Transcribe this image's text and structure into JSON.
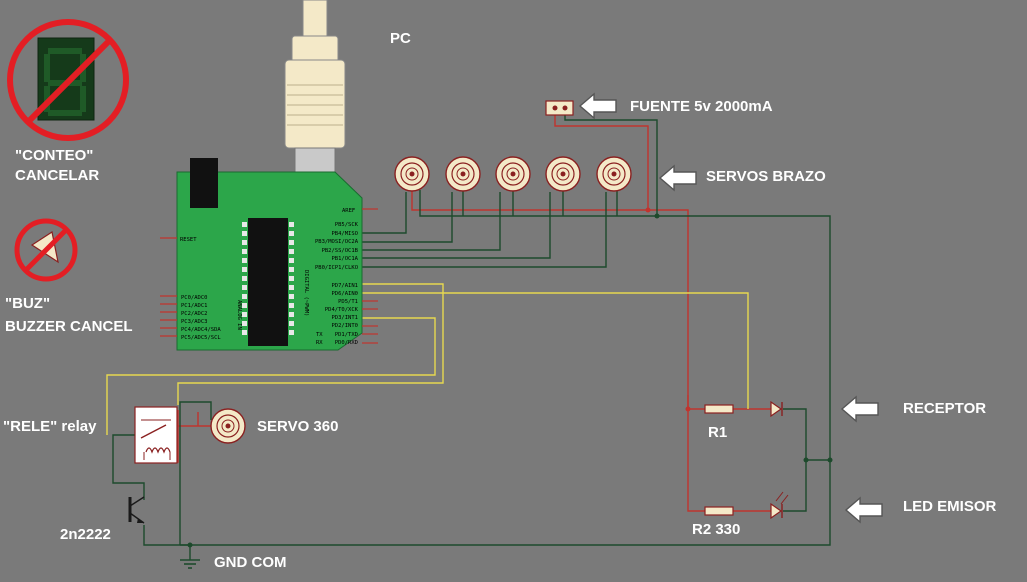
{
  "labels": {
    "pc": "PC",
    "fuente": "FUENTE 5v 2000mA",
    "servos_brazo": "SERVOS BRAZO",
    "receptor": "RECEPTOR",
    "led_emisor": "LED EMISOR",
    "conteo_1": "\"CONTEO\"",
    "conteo_2": "CANCELAR",
    "buz_1": "\"BUZ\"",
    "buz_2": "BUZZER CANCEL",
    "rele": "\"RELE\" relay",
    "servo360": "SERVO 360",
    "transistor": "2n2222",
    "gnd": "GND COM",
    "r1": "R1",
    "r2": "R2 330"
  },
  "arduino": {
    "reset": "RESET",
    "aref": "AREF",
    "digital_label": "DIGITAL (~PWM)",
    "analog_label": "ANALOG IN",
    "tx": "TX",
    "rx": "RX",
    "digital_pins": [
      "PB5/SCK",
      "PB4/MISO",
      "PB3/MOSI/OC2A",
      "PB2/SS/OC1B",
      "PB1/OC1A",
      "PB0/ICP1/CLKO",
      "PD7/AIN1",
      "PD6/AIN0",
      "PD5/T1",
      "PD4/T0/XCK",
      "PD3/INT1",
      "PD2/INT0",
      "PD1/TXD",
      "PD0/RXD"
    ],
    "analog_pins": [
      "PC0/ADC0",
      "PC1/ADC1",
      "PC2/ADC2",
      "PC3/ADC3",
      "PC4/ADC4/SDA",
      "PC5/ADC5/SCL"
    ]
  },
  "colors": {
    "background": "#7a7a7a",
    "board": "#2ca64a",
    "wire_green": "#1d4a2c",
    "wire_red": "#c0342e",
    "wire_yellow": "#e6d850",
    "component_outline": "#8a2020",
    "component_fill": "#f4e9c8",
    "cancel_red": "#e31e24",
    "label": "#ffffff"
  },
  "icons": [
    "usb-cable-icon",
    "hollow-arrow-icon",
    "cancel-icon",
    "servo-icon",
    "relay-icon",
    "transistor-icon",
    "led-icon",
    "resistor-icon",
    "ground-icon",
    "seven-segment-display-icon",
    "buzzer-icon",
    "power-connector-icon"
  ]
}
